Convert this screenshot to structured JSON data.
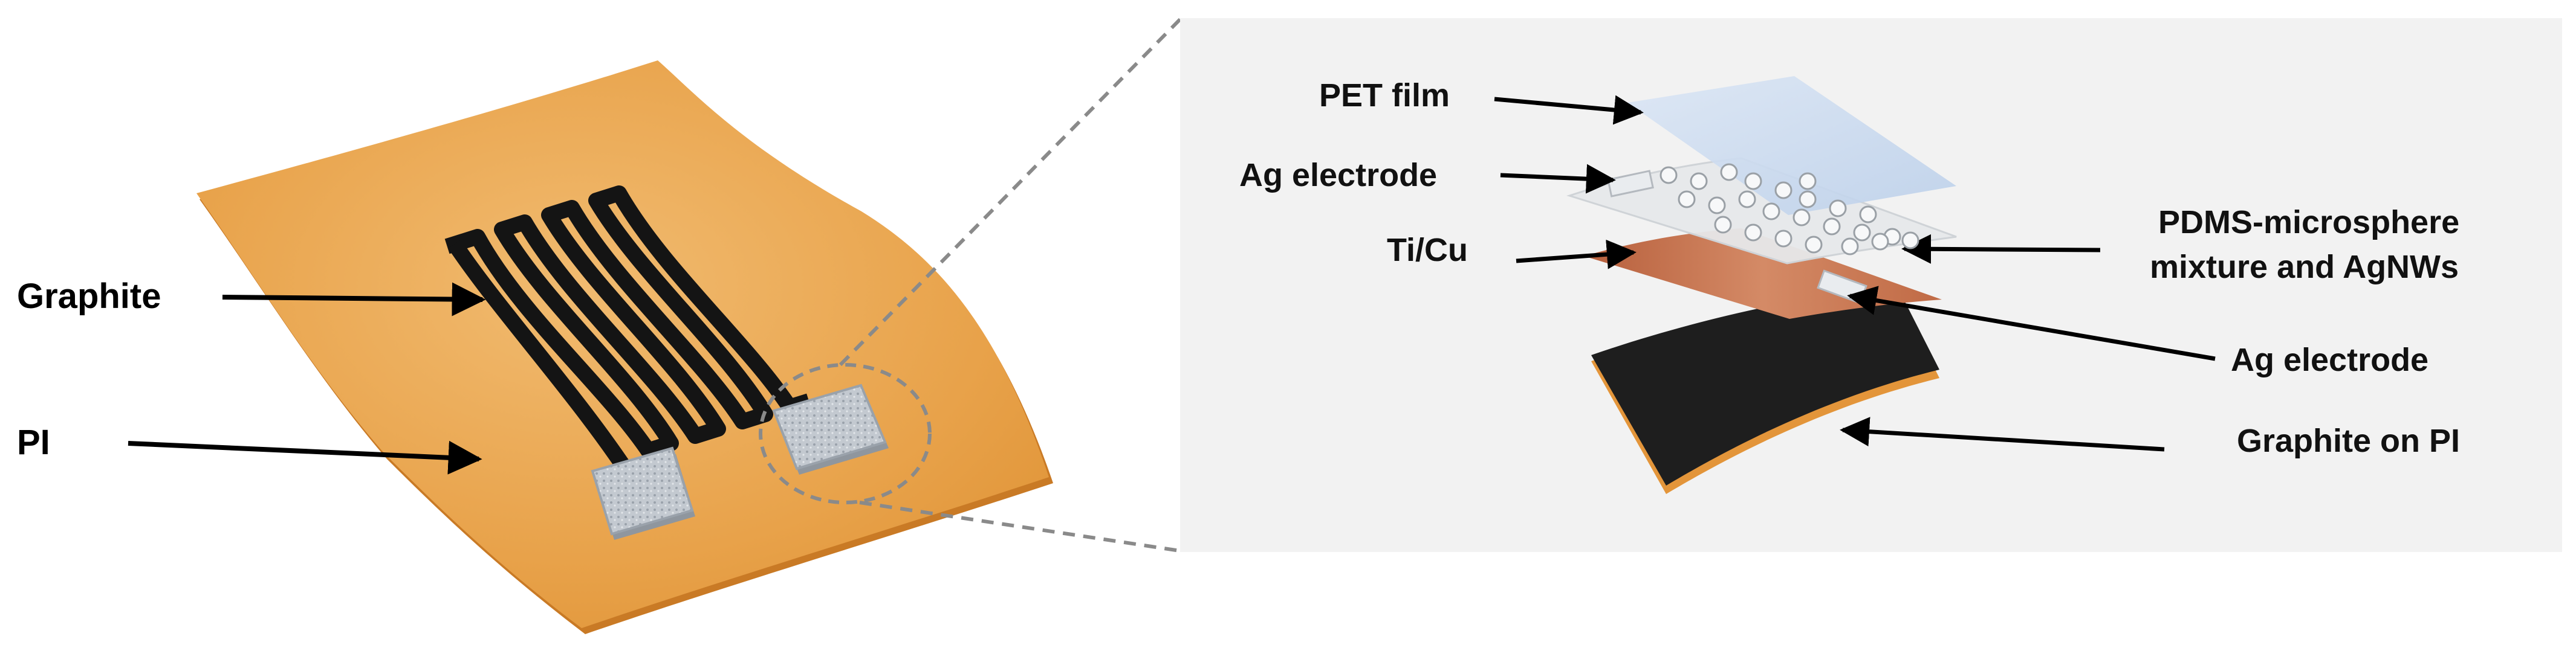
{
  "labels": {
    "graphite": "Graphite",
    "pi": "PI",
    "pet_film": "PET film",
    "ag_electrode_top": "Ag electrode",
    "ti_cu": "Ti/Cu",
    "pdms_line1": "PDMS-microsphere",
    "pdms_line2": "mixture and AgNWs",
    "ag_electrode_right": "Ag electrode",
    "graphite_on_pi": "Graphite on PI"
  },
  "colors": {
    "pi_substrate": "#e8a34a",
    "panel_background": "#f2f2f2",
    "pet_film": "#c9daf0",
    "copper_layer": "#c8734f",
    "graphite_layer": "#1e1e1e",
    "pdms_layer": "#e6e8ea",
    "silver_pad": "#b9c0c8"
  }
}
